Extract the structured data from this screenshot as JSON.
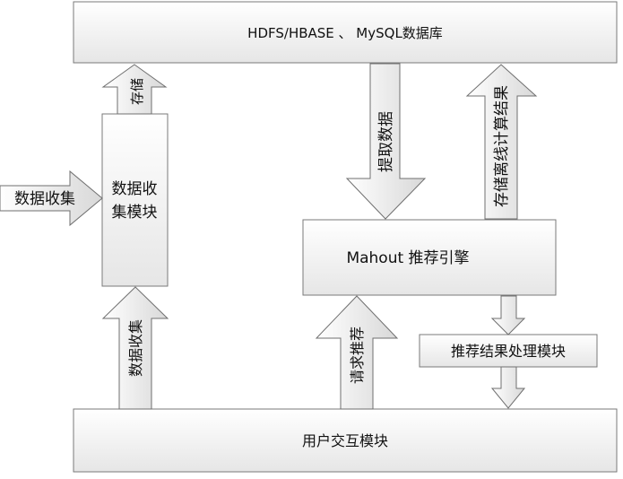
{
  "boxes": {
    "database": "HDFS/HBASE 、 MySQL数据库",
    "collect_module_line1": "数据收",
    "collect_module_line2": "集模块",
    "engine": "Mahout 推荐引擎",
    "result_module": "推荐结果处理模块",
    "user_module": "用户交互模块"
  },
  "arrows": {
    "store": "存储",
    "data_collection_in": "数据收集",
    "extract_data": "提取数据",
    "store_offline_results": "存储离线计算结果",
    "user_data_collection": "数据收集",
    "request_recommendation": "请求推荐"
  }
}
